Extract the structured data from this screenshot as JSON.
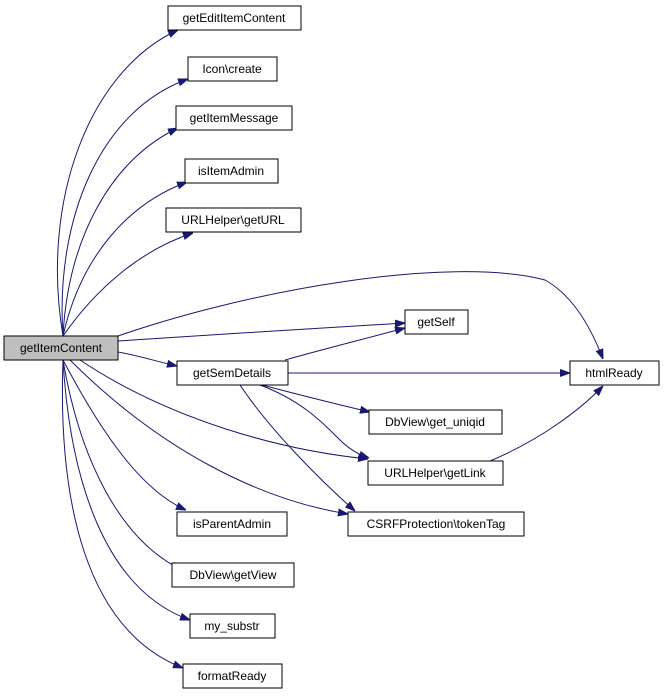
{
  "graph": {
    "nodes": [
      {
        "id": "getItemContent",
        "label": "getItemContent",
        "root": true
      },
      {
        "id": "getEditItemContent",
        "label": "getEditItemContent"
      },
      {
        "id": "iconCreate",
        "label": "Icon\\create"
      },
      {
        "id": "getItemMessage",
        "label": "getItemMessage"
      },
      {
        "id": "isItemAdmin",
        "label": "isItemAdmin"
      },
      {
        "id": "urlGetURL",
        "label": "URLHelper\\getURL"
      },
      {
        "id": "getSelf",
        "label": "getSelf"
      },
      {
        "id": "getSemDetails",
        "label": "getSemDetails"
      },
      {
        "id": "htmlReady",
        "label": "htmlReady"
      },
      {
        "id": "getUniqid",
        "label": "DbView\\get_uniqid"
      },
      {
        "id": "urlGetLink",
        "label": "URLHelper\\getLink"
      },
      {
        "id": "isParentAdmin",
        "label": "isParentAdmin"
      },
      {
        "id": "tokenTag",
        "label": "CSRFProtection\\tokenTag"
      },
      {
        "id": "dbGetView",
        "label": "DbView\\getView"
      },
      {
        "id": "mySubstr",
        "label": "my_substr"
      },
      {
        "id": "formatReady",
        "label": "formatReady"
      }
    ],
    "colors": {
      "edge": "#191970",
      "node_fill": "#ffffff",
      "root_fill": "#bfbfbf",
      "node_border": "#000000"
    }
  }
}
